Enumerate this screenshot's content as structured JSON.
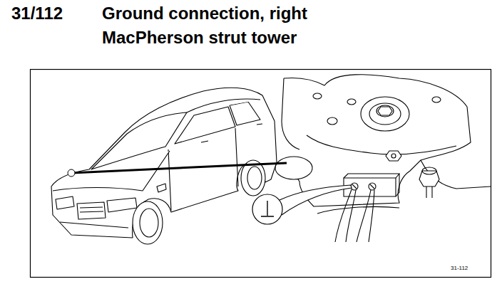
{
  "diagram": {
    "title": "Ground connection, right MacPherson strut tower",
    "labels": [
      "31/112",
      "31-112"
    ]
  }
}
